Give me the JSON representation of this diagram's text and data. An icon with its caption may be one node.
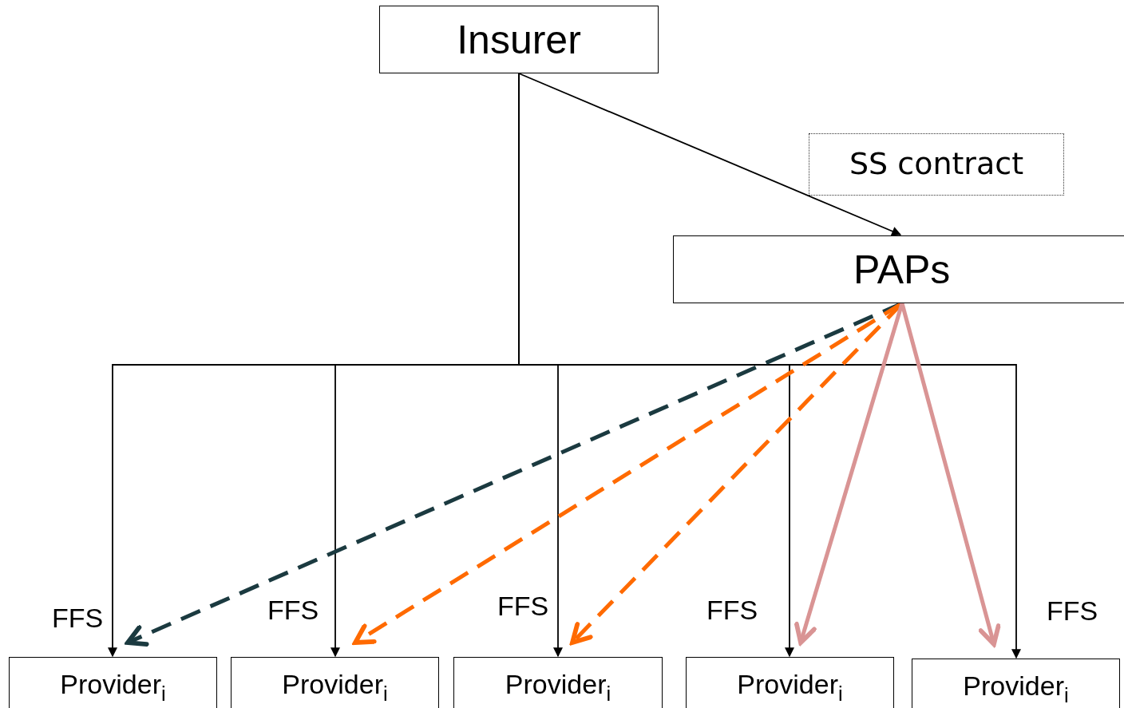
{
  "diagram": {
    "nodes": [
      {
        "text": [
          "Insurer"
        ]
      },
      {
        "text": [
          "PAPs"
        ]
      },
      {
        "text": [
          "Provider$_{i}$"
        ]
      },
      {
        "text": [
          "Provider$_{i}$"
        ]
      },
      {
        "text": [
          "Provider$_{i}$"
        ]
      },
      {
        "text": [
          "Provider$_{i}$"
        ]
      },
      {
        "text": [
          "Provider$_{i}$"
        ]
      }
    ],
    "edges": [
      {
        "from": 0,
        "to": 1,
        "arrow": "to",
        "label": "SS contract"
      },
      {
        "from": 0,
        "to": 2,
        "arrow": "to",
        "label": "FFS"
      },
      {
        "from": 0,
        "to": 3,
        "arrow": "to",
        "label": "FFS"
      },
      {
        "from": 0,
        "to": 4,
        "arrow": "to",
        "label": "FFS"
      },
      {
        "from": 0,
        "to": 5,
        "arrow": "to",
        "label": "FFS"
      },
      {
        "from": 0,
        "to": 6,
        "arrow": "to",
        "label": "FFS"
      },
      {
        "from": 1,
        "to": 2,
        "arrow": "to",
        "style": "dashed",
        "color": "#1b3a40"
      },
      {
        "from": 1,
        "to": 3,
        "arrow": "to",
        "style": "dashed",
        "color": "#ff6a00"
      },
      {
        "from": 1,
        "to": 4,
        "arrow": "to",
        "style": "dashed",
        "color": "#ff6a00"
      },
      {
        "from": 1,
        "to": 5,
        "arrow": "to",
        "style": "thick",
        "color": "#d99494"
      },
      {
        "from": 1,
        "to": 6,
        "arrow": "to",
        "style": "thick",
        "color": "#d99494"
      }
    ]
  }
}
